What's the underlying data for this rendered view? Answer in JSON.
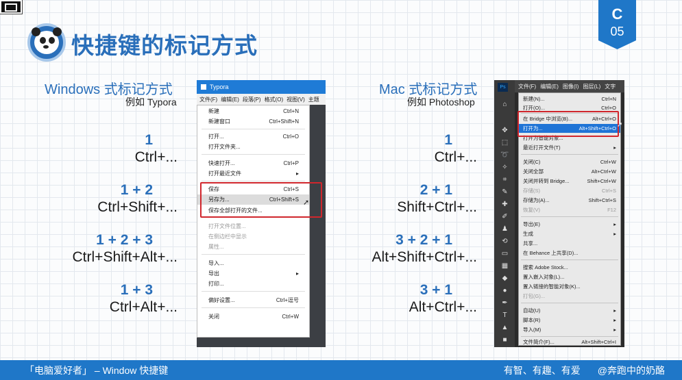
{
  "slide": {
    "title": "快捷键的标记方式",
    "badge_letter": "C",
    "badge_number": "05"
  },
  "windows": {
    "heading": "Windows 式标记方式",
    "sub": "例如 Typora",
    "examples": [
      {
        "order": "1",
        "keys": "Ctrl+..."
      },
      {
        "order": "1 + 2",
        "keys": "Ctrl+Shift+..."
      },
      {
        "order": "1 + 2 + 3",
        "keys": "Ctrl+Shift+Alt+..."
      },
      {
        "order": "1 + 3",
        "keys": "Ctrl+Alt+..."
      }
    ]
  },
  "mac": {
    "heading": "Mac 式标记方式",
    "sub": "例如 Photoshop",
    "examples": [
      {
        "order": "1",
        "keys": "Ctrl+..."
      },
      {
        "order": "2 + 1",
        "keys": "Shift+Ctrl+..."
      },
      {
        "order": "3 + 2 + 1",
        "keys": "Alt+Shift+Ctrl+..."
      },
      {
        "order": "3 + 1",
        "keys": "Alt+Ctrl+..."
      }
    ]
  },
  "typora": {
    "title": "Typora",
    "menubar": [
      "文件(F)",
      "编辑(E)",
      "段落(P)",
      "格式(O)",
      "视图(V)",
      "主题"
    ],
    "items": [
      {
        "label": "新建",
        "shortcut": "Ctrl+N"
      },
      {
        "label": "新建窗口",
        "shortcut": "Ctrl+Shift+N"
      },
      {
        "label": "打开...",
        "shortcut": "Ctrl+O"
      },
      {
        "label": "打开文件夹...",
        "shortcut": ""
      },
      {
        "label": "快速打开...",
        "shortcut": "Ctrl+P"
      },
      {
        "label": "打开最近文件",
        "shortcut": "",
        "submenu": true
      },
      {
        "label": "保存",
        "shortcut": "Ctrl+S"
      },
      {
        "label": "另存为...",
        "shortcut": "Ctrl+Shift+S"
      },
      {
        "label": "保存全部打开的文件...",
        "shortcut": ""
      },
      {
        "label": "打开文件位置...",
        "shortcut": "",
        "disabled": true
      },
      {
        "label": "在侧边栏中显示",
        "shortcut": "",
        "disabled": true
      },
      {
        "label": "属性...",
        "shortcut": "",
        "disabled": true
      },
      {
        "label": "导入...",
        "shortcut": ""
      },
      {
        "label": "导出",
        "shortcut": "",
        "submenu": true
      },
      {
        "label": "打印...",
        "shortcut": ""
      },
      {
        "label": "偏好设置...",
        "shortcut": "Ctrl+逗号"
      },
      {
        "label": "关闭",
        "shortcut": "Ctrl+W"
      }
    ]
  },
  "photoshop": {
    "logo": "Ps",
    "menubar": [
      "文件(F)",
      "编辑(E)",
      "图像(I)",
      "图层(L)",
      "文字"
    ],
    "items": [
      {
        "label": "新建(N)...",
        "shortcut": "Ctrl+N"
      },
      {
        "label": "打开(O)...",
        "shortcut": "Ctrl+O"
      },
      {
        "label": "在 Bridge 中浏览(B)...",
        "shortcut": "Alt+Ctrl+O"
      },
      {
        "label": "打开为...",
        "shortcut": "Alt+Shift+Ctrl+O",
        "selected": true
      },
      {
        "label": "打开为智能对象...",
        "shortcut": ""
      },
      {
        "label": "最近打开文件(T)",
        "shortcut": "",
        "submenu": true
      },
      {
        "label": "关闭(C)",
        "shortcut": "Ctrl+W"
      },
      {
        "label": "关闭全部",
        "shortcut": "Alt+Ctrl+W"
      },
      {
        "label": "关闭并转到 Bridge...",
        "shortcut": "Shift+Ctrl+W"
      },
      {
        "label": "存储(S)",
        "shortcut": "Ctrl+S",
        "disabled": true
      },
      {
        "label": "存储为(A)...",
        "shortcut": "Shift+Ctrl+S"
      },
      {
        "label": "恢复(V)",
        "shortcut": "F12",
        "disabled": true
      },
      {
        "label": "导出(E)",
        "shortcut": "",
        "submenu": true
      },
      {
        "label": "生成",
        "shortcut": "",
        "submenu": true
      },
      {
        "label": "共享...",
        "shortcut": ""
      },
      {
        "label": "在 Behance 上共享(D)...",
        "shortcut": ""
      },
      {
        "label": "搜索 Adobe Stock...",
        "shortcut": ""
      },
      {
        "label": "置入嵌入对象(L)...",
        "shortcut": ""
      },
      {
        "label": "置入链接的智能对象(K)...",
        "shortcut": ""
      },
      {
        "label": "打包(G)...",
        "shortcut": "",
        "disabled": true
      },
      {
        "label": "自动(U)",
        "shortcut": "",
        "submenu": true
      },
      {
        "label": "脚本(R)",
        "shortcut": "",
        "submenu": true
      },
      {
        "label": "导入(M)",
        "shortcut": "",
        "submenu": true
      },
      {
        "label": "文件简介(F)...",
        "shortcut": "Alt+Shift+Ctrl+I"
      }
    ]
  },
  "footer": {
    "left": "「电脑爱好者」 – Window 快捷键",
    "right1": "有智、有趣、有爱",
    "right2": "@奔跑中的奶酪"
  },
  "colors": {
    "accent": "#2a6fba",
    "badge": "#1f77c8",
    "highlight_border": "#d0262c"
  }
}
